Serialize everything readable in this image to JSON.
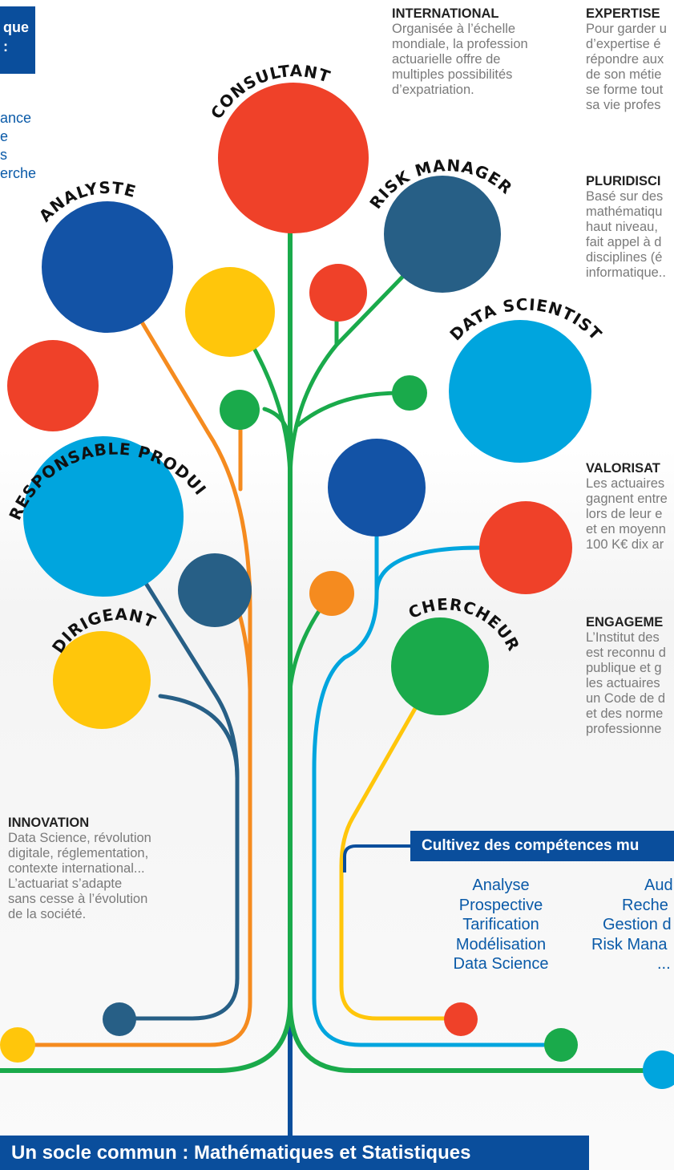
{
  "top_left_box": {
    "line1": "que",
    "line2": ":"
  },
  "top_left_list": [
    "ance",
    "e",
    "s",
    "erche"
  ],
  "roles": {
    "consultant": "CONSULTANT",
    "risk_manager": "RISK MANAGER",
    "analyste": "ANALYSTE",
    "data_scientist": "DATA SCIENTIST",
    "responsable_produit": "RESPONSABLE PRODUIT",
    "dirigeant": "DIRIGEANT",
    "chercheur": "CHERCHEUR"
  },
  "international": {
    "title": "INTERNATIONAL",
    "lines": [
      "Organisée à l’échelle",
      "mondiale, la profession",
      "actuarielle offre de",
      "multiples possibilités",
      "d’expatriation."
    ]
  },
  "expertise": {
    "title": "EXPERTISE",
    "lines": [
      "Pour garder u",
      "d’expertise é",
      "répondre aux",
      "de son métie",
      "se forme tout",
      "sa vie profes"
    ]
  },
  "pluridisci": {
    "title": "PLURIDISCI",
    "lines": [
      "Basé sur des",
      "mathématiqu",
      "haut niveau,",
      "fait appel à d",
      "disciplines (é",
      "informatique.."
    ]
  },
  "valorisat": {
    "title": "VALORISAT",
    "lines": [
      "Les actuaires",
      "gagnent entre",
      "lors de leur e",
      "et en moyenn",
      "100 K€ dix ar"
    ]
  },
  "engageme": {
    "title": "ENGAGEME",
    "lines": [
      "L’Institut des",
      "est reconnu d",
      "publique et g",
      "les actuaires",
      "un Code de d",
      "et des norme",
      "professionne"
    ]
  },
  "innovation": {
    "title": "INNOVATION",
    "lines": [
      "Data Science, révolution",
      "digitale, réglementation,",
      "contexte international...",
      "L’actuariat s’adapte",
      "sans cesse à l’évolution",
      "de la société."
    ]
  },
  "competences": {
    "banner": "Cultivez des compétences mu",
    "col1": [
      "Analyse",
      "Prospective",
      "Tarification",
      "Modélisation",
      "Data Science"
    ],
    "col2": [
      "Aud",
      "Reche",
      "Gestion d",
      "Risk Mana",
      "..."
    ]
  },
  "footer": "Un socle commun : Mathématiques et Statistiques",
  "colors": {
    "red": "#ef4129",
    "orange": "#f58b1f",
    "yellow": "#ffc60b",
    "green": "#1aaa4b",
    "lightblue": "#00a5de",
    "darkblue": "#1353a6",
    "slate": "#275f86",
    "navy": "#0a4e9c"
  }
}
